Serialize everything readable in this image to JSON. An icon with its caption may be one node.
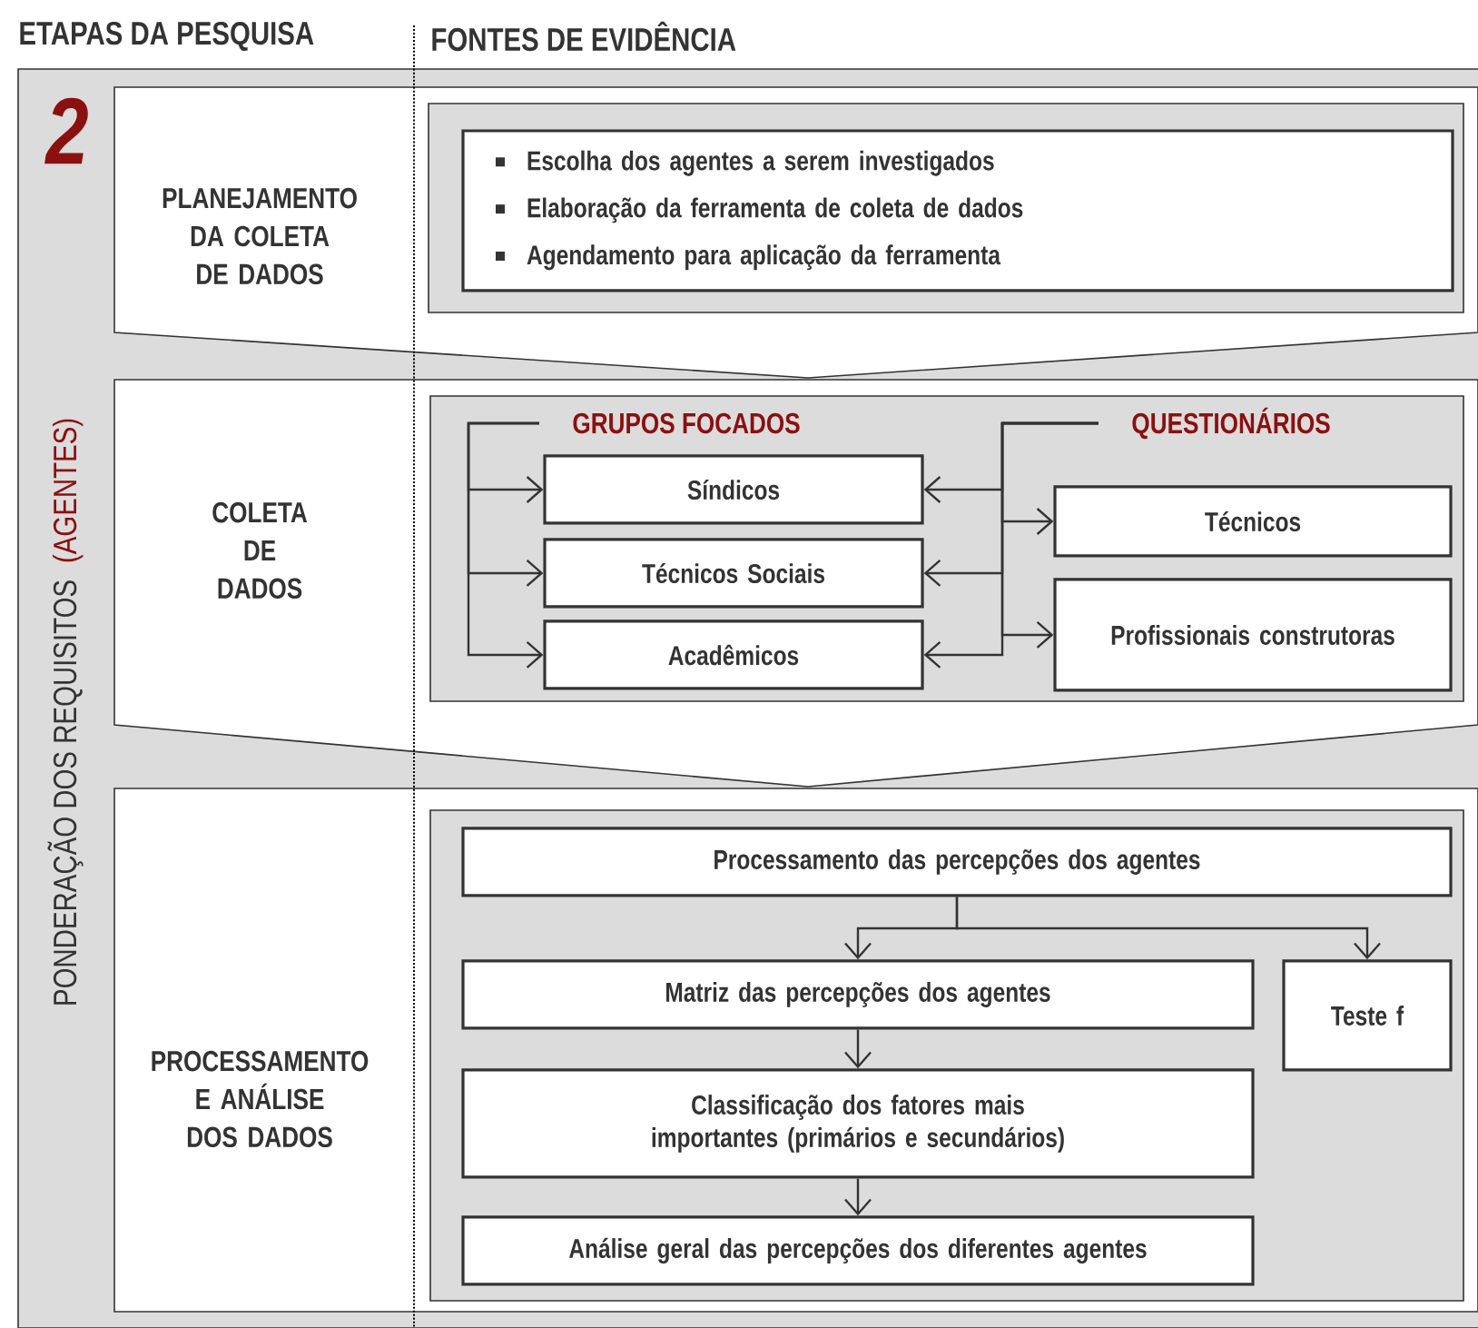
{
  "diagram": {
    "nodes": [
      {
        "text": [
          "PONDERAÇÃO DOS REQUISITOS",
          "(AGENTES)"
        ]
      },
      {
        "text": [
          "PLANEJAMENTO DA COLETA DE DADOS"
        ],
        "in": 0
      },
      {
        "text": [],
        "shape": "box",
        "in": 1
      },
      {
        "text": [
          "Escolha dos agentes a serem investigados",
          "Elaboração da ferramenta de coleta de dados",
          "Agendamento para aplicação da ferramenta"
        ],
        "in": 2
      },
      {
        "text": [
          "COLETA DE DADOS"
        ],
        "in": 0
      },
      {
        "text": [],
        "shape": "box",
        "in": 4
      },
      {
        "text": [
          "GRUPOS FOCADOS"
        ],
        "in": 5
      },
      {
        "text": [
          "Síndicos"
        ],
        "in": 5
      },
      {
        "text": [
          "Técnicos Sociais"
        ],
        "in": 5
      },
      {
        "text": [
          "Acadêmicos"
        ],
        "in": 5
      },
      {
        "text": [
          "QUESTIONÁRIOS"
        ],
        "in": 5
      },
      {
        "text": [
          "Técnicos"
        ],
        "in": 5
      },
      {
        "text": [
          "Profissionais construtoras"
        ],
        "in": 5
      },
      {
        "text": [
          "PROCESSAMENTO E ANÁLISE DOS DADOS"
        ],
        "in": 0
      },
      {
        "text": [],
        "shape": "box",
        "in": 13
      },
      {
        "text": [
          "Processamento das percepções dos agentes"
        ],
        "in": 14
      },
      {
        "text": [
          "Matriz das percepções dos agentes"
        ],
        "in": 14
      },
      {
        "text": [
          "Teste f"
        ],
        "in": 14
      },
      {
        "text": [
          "Classificação dos fatores mais importantes (primários e secundários)"
        ],
        "in": 14
      },
      {
        "text": [
          "Análise geral das percepções dos diferentes agentes"
        ],
        "in": 14
      }
    ],
    "edges": [
      {
        "from": 6,
        "to": 7,
        "arrow": "to"
      },
      {
        "from": 6,
        "to": 8,
        "arrow": "to"
      },
      {
        "from": 6,
        "to": 9,
        "arrow": "to"
      },
      {
        "from": 10,
        "to": 7,
        "arrow": "to"
      },
      {
        "from": 10,
        "to": 8,
        "arrow": "to"
      },
      {
        "from": 10,
        "to": 9,
        "arrow": "to"
      },
      {
        "from": 10,
        "to": 11,
        "arrow": "to"
      },
      {
        "from": 10,
        "to": 12,
        "arrow": "to"
      },
      {
        "from": 15,
        "to": 16,
        "arrow": "to"
      },
      {
        "from": 15,
        "to": 17,
        "arrow": "to"
      },
      {
        "from": 16,
        "to": 18,
        "arrow": "to"
      },
      {
        "from": 18,
        "to": 19,
        "arrow": "to"
      }
    ],
    "labels": [
      "ETAPAS DA PESQUISA",
      "FONTES DE EVIDÊNCIA",
      "2"
    ]
  }
}
